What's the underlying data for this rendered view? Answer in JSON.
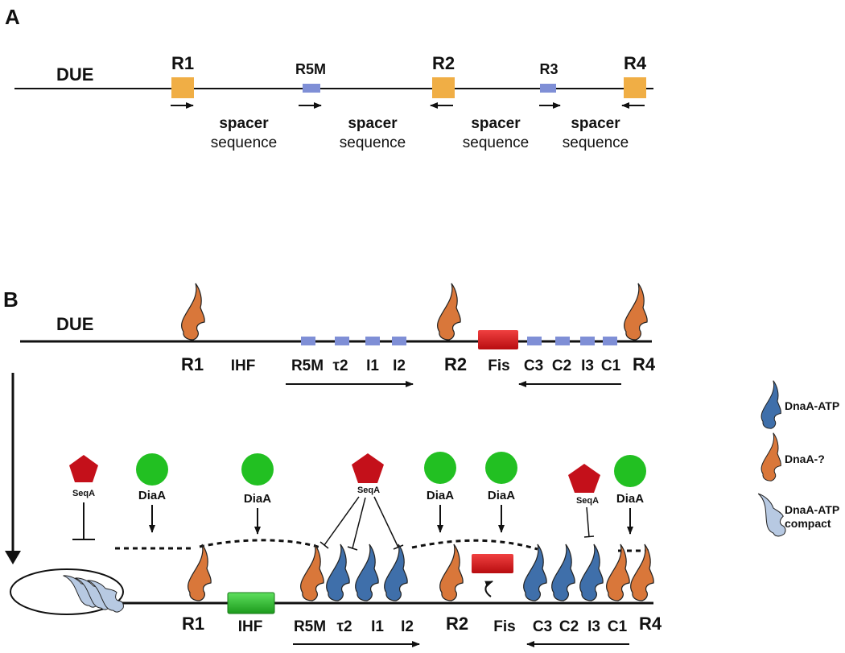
{
  "panel_a": {
    "panel_label": "A",
    "due_label": "DUE",
    "sites": [
      {
        "label": "R1",
        "kind": "high",
        "arrow": "right"
      },
      {
        "label": "R5M",
        "kind": "low",
        "arrow": "right"
      },
      {
        "label": "R2",
        "kind": "high",
        "arrow": "left"
      },
      {
        "label": "R3",
        "kind": "low",
        "arrow": "right"
      },
      {
        "label": "R4",
        "kind": "high",
        "arrow": "left"
      }
    ],
    "spacer_word": "spacer",
    "sequence_word": "sequence"
  },
  "panel_b": {
    "panel_label": "B",
    "due_label": "DUE",
    "top_labels": {
      "r1": "R1",
      "ihf": "IHF",
      "r5m": "R5M",
      "tau2": "τ2",
      "i1": "I1",
      "i2": "I2",
      "r2": "R2",
      "fis": "Fis",
      "c3": "C3",
      "c2": "C2",
      "i3": "I3",
      "c1": "C1",
      "r4": "R4"
    },
    "bottom_labels": {
      "r1": "R1",
      "ihf": "IHF",
      "r5m": "R5M",
      "tau2": "τ2",
      "i1": "I1",
      "i2": "I2",
      "r2": "R2",
      "fis": "Fis",
      "c3": "C3",
      "c2": "C2",
      "i3": "I3",
      "c1": "C1",
      "r4": "R4"
    },
    "regulators": {
      "seqa": "SeqA",
      "diaa": "DiaA"
    }
  },
  "legend": {
    "items": [
      {
        "label": "DnaA-ATP",
        "color": "#3f6faa"
      },
      {
        "label": "DnaA-?",
        "color": "#d9773a"
      },
      {
        "label_line1": "DnaA-ATP",
        "label_line2": "compact",
        "color": "#b7c9e2"
      }
    ]
  },
  "colors": {
    "high_affinity_box": "#f0ae45",
    "low_affinity_box": "#7f8fd6",
    "fis_box": "#d7191c",
    "ihf_box": "#2eb82e",
    "seqa": "#c4101a",
    "diaa": "#22c022",
    "dnaa_atp": "#3f6faa",
    "dnaa_unknown": "#d9773a",
    "dnaa_compact": "#b7c9e2"
  }
}
